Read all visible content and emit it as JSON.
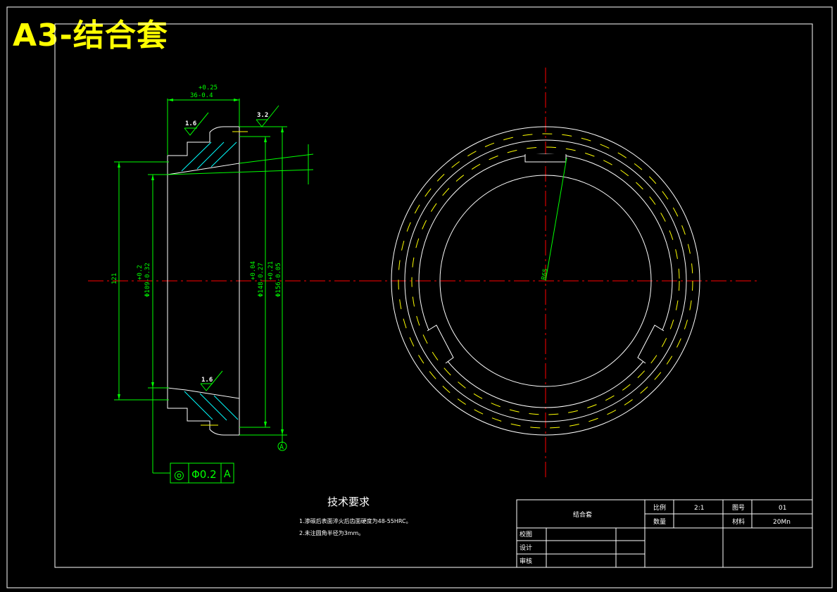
{
  "page_title": "A3-结合套",
  "colors": {
    "background": "#000000",
    "outline": "#ffffff",
    "dimension": "#00ff00",
    "centerline": "#ff0000",
    "hidden": "#ffff00",
    "hatch": "#00ffff",
    "title": "#ffff00"
  },
  "dimensions": {
    "width_tol_upper": "+0.25",
    "width": "36-0.4",
    "roughness_1": "1.6",
    "roughness_2": "3.2",
    "roughness_3": "1.6",
    "height_121": "121",
    "d109_tol": "+0.2",
    "d109": "Φ109-0.32",
    "d148_tol": "+0.04",
    "d148": "Φ148-0.27",
    "d156_tol": "+0.21",
    "d156": "Φ156-0.05",
    "radius": "R65",
    "datum": "A"
  },
  "tolerance_frame": {
    "symbol": "◎",
    "value": "Φ0.2",
    "datum": "A"
  },
  "tech_requirements": {
    "heading": "技术要求",
    "items": [
      "1.渗碳后表面淬火后齿面硬度为48-55HRC。",
      "2.未注圆角半径为3mm。"
    ]
  },
  "title_block": {
    "part_name": "结合套",
    "scale_label": "比例",
    "scale_value": "2:1",
    "drawing_no_label": "图号",
    "drawing_no_value": "01",
    "qty_label": "数量",
    "material_label": "材料",
    "material_value": "20Mn",
    "checker_label": "校图",
    "designer_label": "设计",
    "reviewer_label": "审核"
  }
}
